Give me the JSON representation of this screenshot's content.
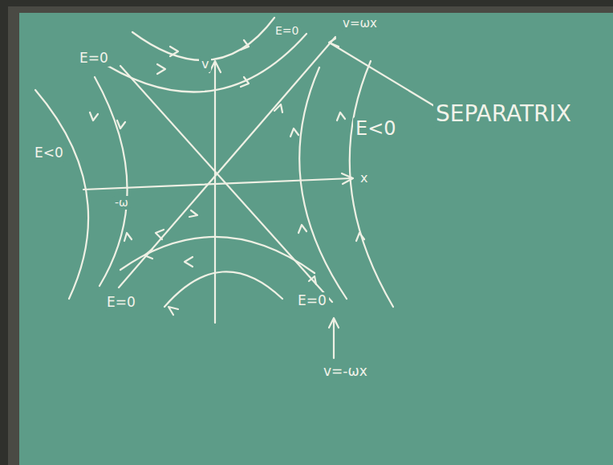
{
  "diagram": {
    "labels": [
      "v",
      "x",
      "E=0",
      "E=0",
      "v=ωx",
      "SEPARATRIX",
      "E<0",
      "E<0",
      "-ω",
      "E=0",
      "E=0",
      "v=-ωx"
    ]
  }
}
